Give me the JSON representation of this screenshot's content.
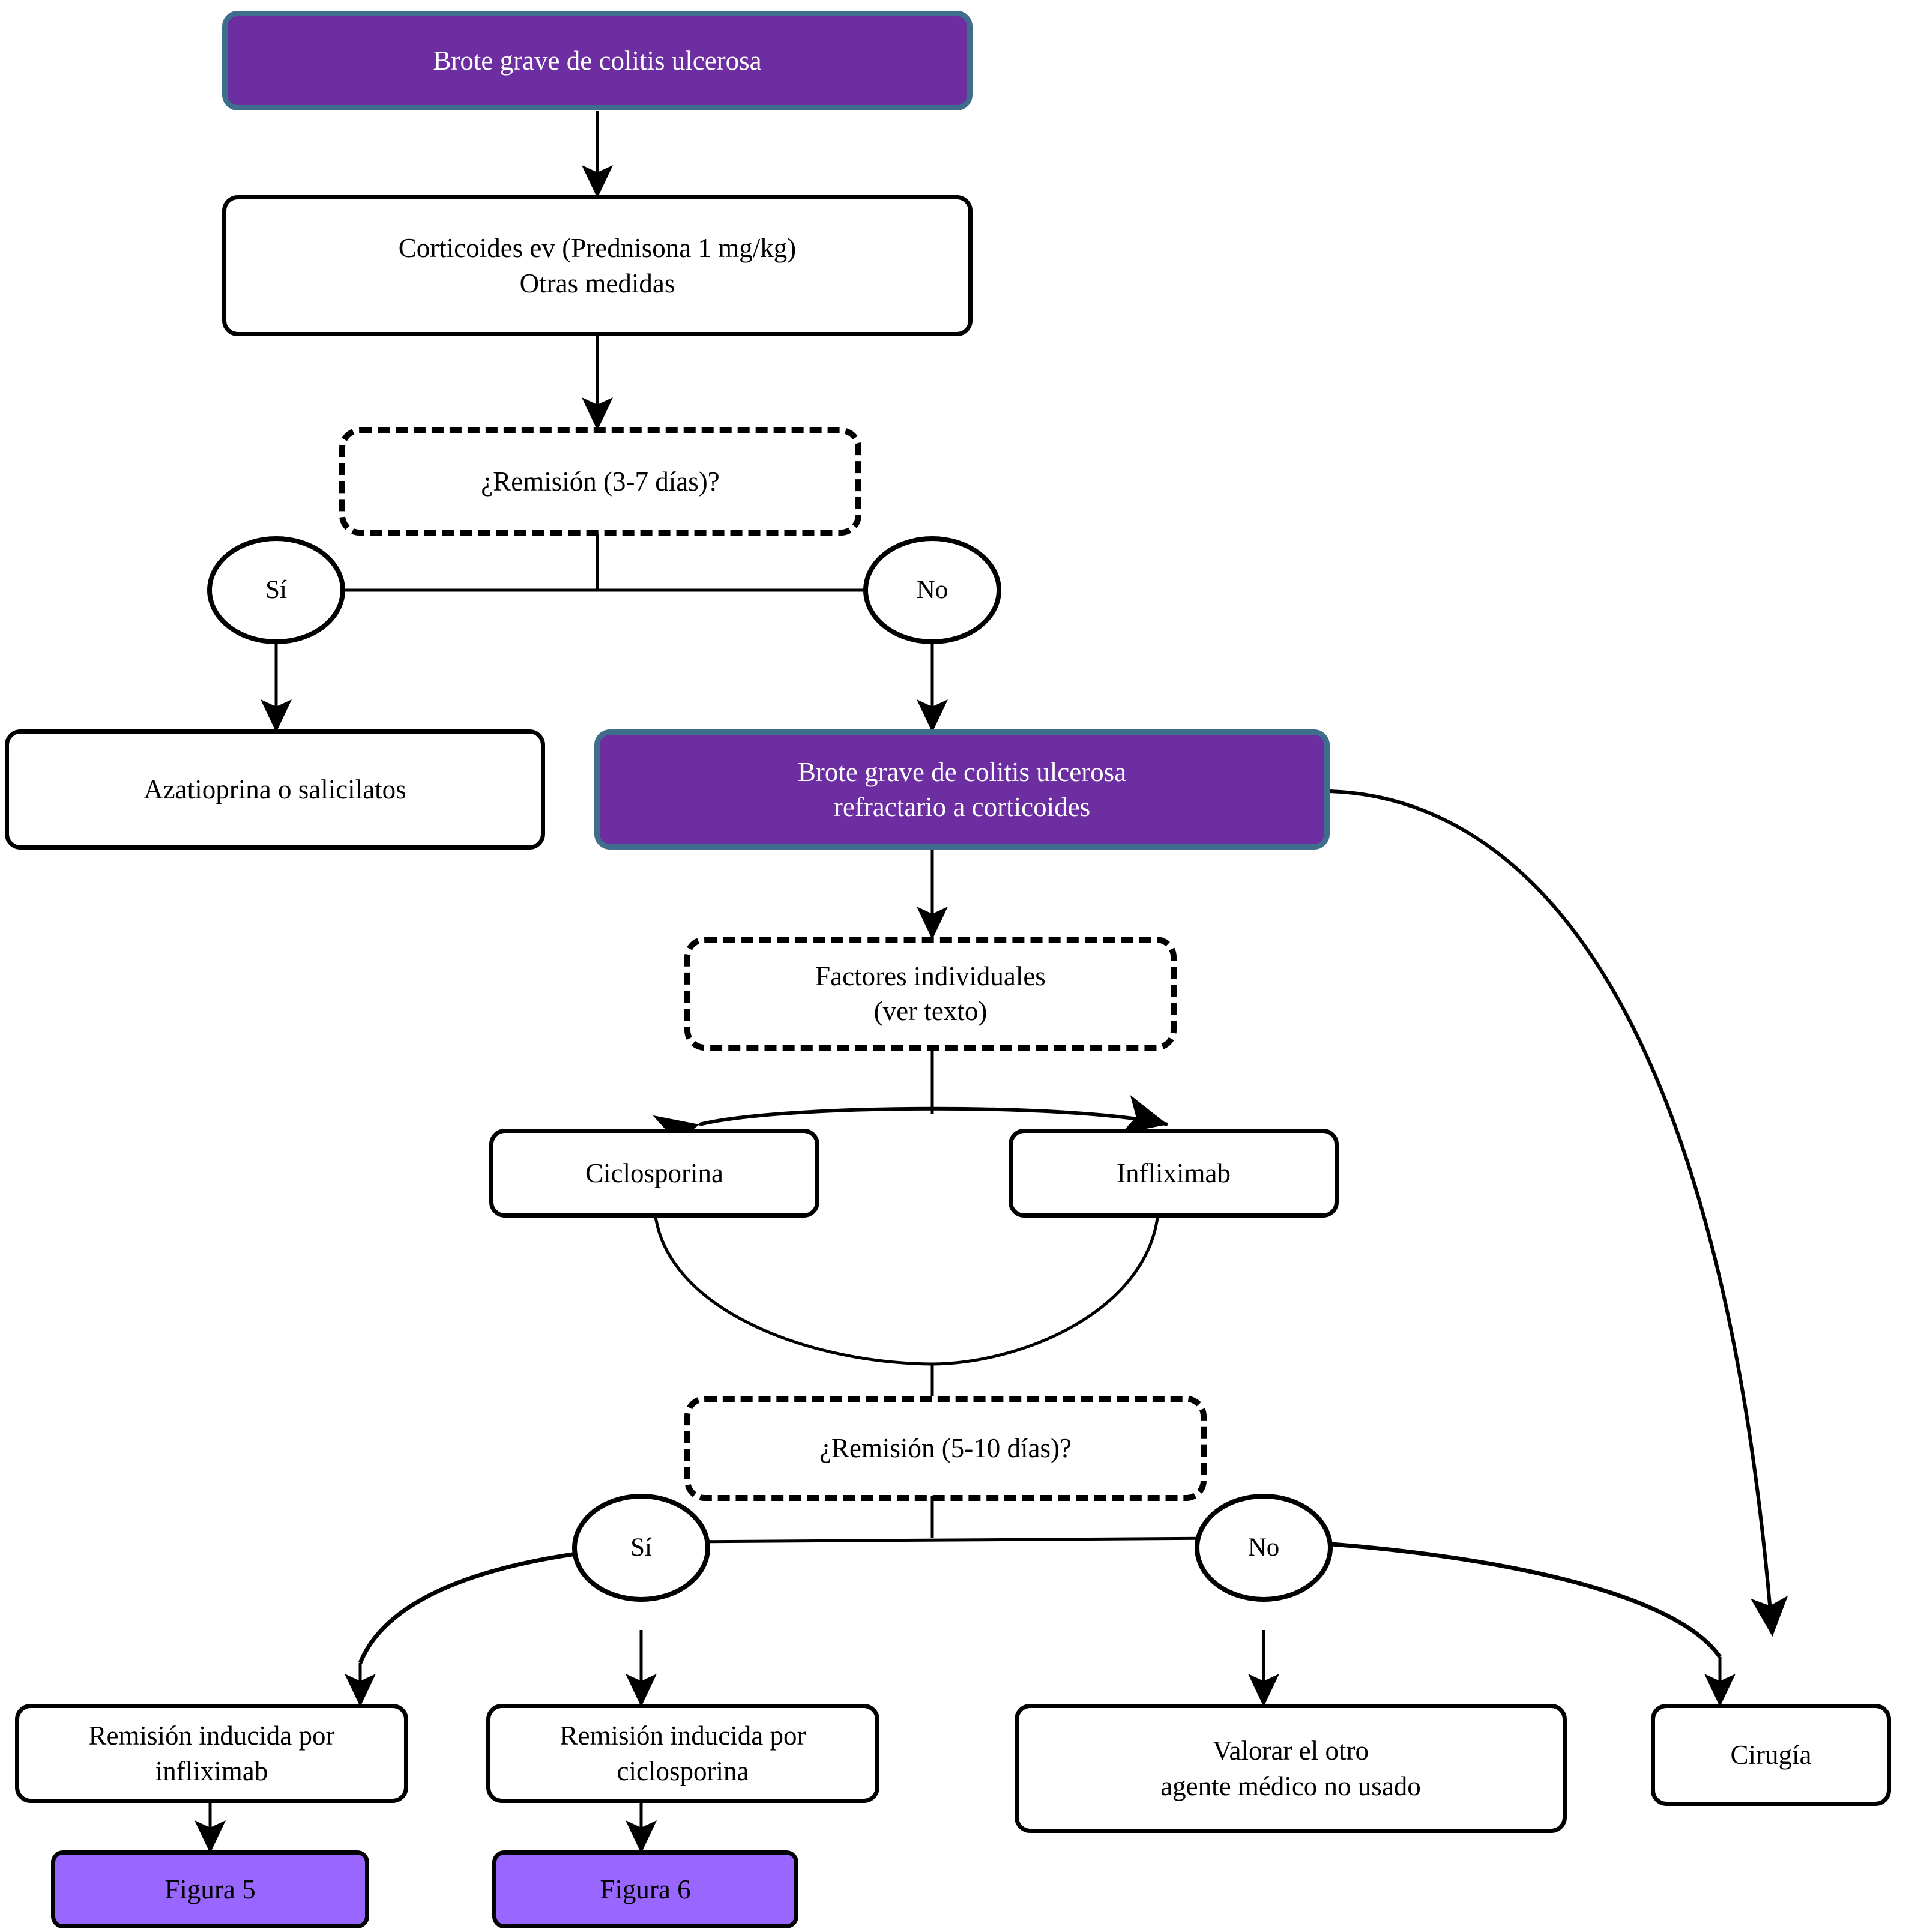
{
  "diagram": {
    "title": "Algoritmo de tratamiento del brote grave de colitis ulcerosa",
    "language": "es",
    "colors": {
      "header_fill": "#6C2EA0",
      "header_border": "#3E6E8C",
      "header_text": "#FFFFFF",
      "figure_fill": "#9966FF",
      "box_fill": "#FFFFFF",
      "stroke": "#000000"
    },
    "nodes": {
      "start": {
        "label": "Brote grave de colitis ulcerosa",
        "type": "header"
      },
      "corticoides": {
        "label": "Corticoides ev (Prednisona 1 mg/kg)\nOtras medidas",
        "type": "process"
      },
      "decision1": {
        "label": "¿Remisión (3-7 días)?",
        "type": "decision"
      },
      "d1_yes": {
        "label": "Sí",
        "type": "branch"
      },
      "d1_no": {
        "label": "No",
        "type": "branch"
      },
      "azatioprina": {
        "label": "Azatioprina o salicilatos",
        "type": "process"
      },
      "refractario": {
        "label": "Brote grave de colitis ulcerosa\nrefractario a corticoides",
        "type": "header"
      },
      "factores": {
        "label": "Factores individuales\n(ver texto)",
        "type": "decision"
      },
      "ciclosporina": {
        "label": "Ciclosporina",
        "type": "process"
      },
      "infliximab": {
        "label": "Infliximab",
        "type": "process"
      },
      "decision2": {
        "label": "¿Remisión (5-10 días)?",
        "type": "decision"
      },
      "d2_yes": {
        "label": "Sí",
        "type": "branch"
      },
      "d2_no": {
        "label": "No",
        "type": "branch"
      },
      "rem_inf": {
        "label": "Remisión inducida por\ninfliximab",
        "type": "process"
      },
      "rem_cic": {
        "label": "Remisión inducida por\nciclosporina",
        "type": "process"
      },
      "valorar": {
        "label": "Valorar el otro\nagente médico no usado",
        "type": "process"
      },
      "cirugia": {
        "label": "Cirugía",
        "type": "process"
      },
      "figura5": {
        "label": "Figura 5",
        "type": "figure"
      },
      "figura6": {
        "label": "Figura 6",
        "type": "figure"
      }
    },
    "edges": [
      {
        "from": "start",
        "to": "corticoides",
        "style": "arrow-straight"
      },
      {
        "from": "corticoides",
        "to": "decision1",
        "style": "arrow-straight"
      },
      {
        "from": "decision1",
        "to": "d1_yes",
        "style": "line"
      },
      {
        "from": "decision1",
        "to": "d1_no",
        "style": "line"
      },
      {
        "from": "d1_yes",
        "to": "azatioprina",
        "style": "arrow-straight"
      },
      {
        "from": "d1_no",
        "to": "refractario",
        "style": "arrow-straight"
      },
      {
        "from": "refractario",
        "to": "cirugia",
        "style": "arrow-curve"
      },
      {
        "from": "refractario",
        "to": "factores",
        "style": "arrow-straight"
      },
      {
        "from": "factores",
        "to": "ciclosporina",
        "style": "arrow-double-curve"
      },
      {
        "from": "factores",
        "to": "infliximab",
        "style": "arrow-double-curve"
      },
      {
        "from": "ciclosporina",
        "to": "decision2",
        "style": "curve-join"
      },
      {
        "from": "infliximab",
        "to": "decision2",
        "style": "curve-join"
      },
      {
        "from": "decision2",
        "to": "d2_yes",
        "style": "line"
      },
      {
        "from": "decision2",
        "to": "d2_no",
        "style": "line"
      },
      {
        "from": "d2_yes",
        "to": "rem_inf",
        "style": "arrow-curve"
      },
      {
        "from": "d2_yes",
        "to": "rem_cic",
        "style": "arrow-straight"
      },
      {
        "from": "d2_no",
        "to": "valorar",
        "style": "arrow-straight"
      },
      {
        "from": "d2_no",
        "to": "cirugia",
        "style": "arrow-curve"
      },
      {
        "from": "rem_inf",
        "to": "figura5",
        "style": "arrow-straight"
      },
      {
        "from": "rem_cic",
        "to": "figura6",
        "style": "arrow-straight"
      }
    ]
  }
}
